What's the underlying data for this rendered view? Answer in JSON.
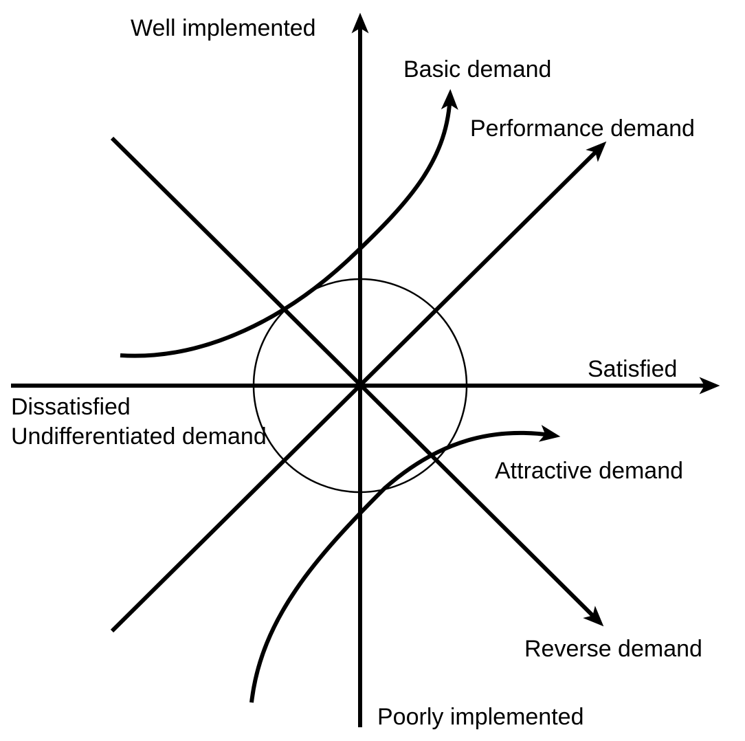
{
  "colors": {
    "ink": "#000000",
    "background": "#ffffff"
  },
  "axes": {
    "vertical_top": "Well implemented",
    "vertical_bottom": "Poorly implemented",
    "horizontal_right": "Satisfied",
    "horizontal_left": "Dissatisfied"
  },
  "curves": {
    "basic": "Basic demand",
    "performance": "Performance demand",
    "undifferentiated": "Undifferentiated demand",
    "attractive": "Attractive demand",
    "reverse": "Reverse demand"
  }
}
